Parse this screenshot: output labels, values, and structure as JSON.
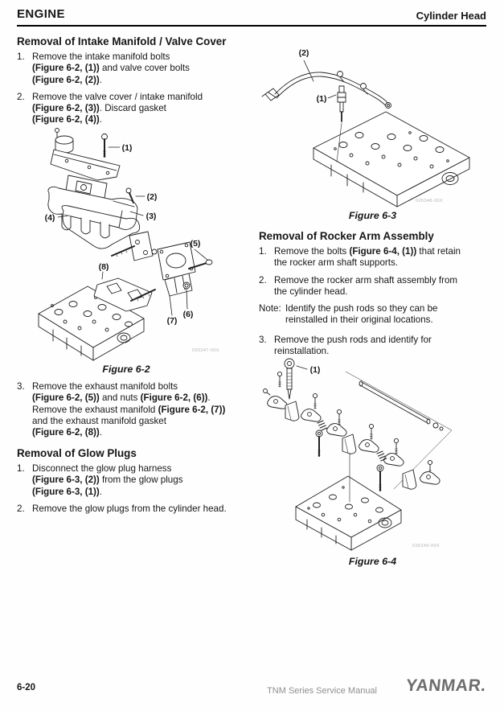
{
  "header": {
    "section": "ENGINE",
    "subsection": "Cylinder Head"
  },
  "sections": {
    "intake": {
      "title": "Removal of Intake Manifold / Valve Cover",
      "steps": [
        {
          "num": "1.",
          "segments": [
            {
              "t": "Remove the intake manifold bolts"
            },
            {
              "br": true
            },
            {
              "t": "(Figure 6-2, (1))",
              "b": true
            },
            {
              "t": " and valve cover bolts"
            },
            {
              "br": true
            },
            {
              "t": "(Figure 6-2, (2))",
              "b": true
            },
            {
              "t": "."
            }
          ]
        },
        {
          "num": "2.",
          "segments": [
            {
              "t": "Remove the valve cover / intake manifold"
            },
            {
              "br": true
            },
            {
              "t": "(Figure 6-2, (3))",
              "b": true
            },
            {
              "t": ". Discard gasket"
            },
            {
              "br": true
            },
            {
              "t": "(Figure 6-2, (4))",
              "b": true
            },
            {
              "t": "."
            }
          ]
        },
        {
          "num": "3.",
          "segments": [
            {
              "t": "Remove the exhaust manifold bolts"
            },
            {
              "br": true
            },
            {
              "t": "(Figure 6-2, (5))",
              "b": true
            },
            {
              "t": " and nuts "
            },
            {
              "t": "(Figure 6-2, (6))",
              "b": true
            },
            {
              "t": "."
            },
            {
              "br": true
            },
            {
              "t": "Remove the exhaust manifold "
            },
            {
              "t": "(Figure 6-2, (7))",
              "b": true
            },
            {
              "br": true
            },
            {
              "t": "and the exhaust manifold gasket"
            },
            {
              "br": true
            },
            {
              "t": "(Figure 6-2, (8))",
              "b": true
            },
            {
              "t": "."
            }
          ]
        }
      ]
    },
    "glow": {
      "title": "Removal of Glow Plugs",
      "steps": [
        {
          "num": "1.",
          "segments": [
            {
              "t": "Disconnect the glow plug harness"
            },
            {
              "br": true
            },
            {
              "t": "(Figure 6-3, (2))",
              "b": true
            },
            {
              "t": " from the glow plugs"
            },
            {
              "br": true
            },
            {
              "t": "(Figure 6-3, (1))",
              "b": true
            },
            {
              "t": "."
            }
          ]
        },
        {
          "num": "2.",
          "segments": [
            {
              "t": "Remove the glow plugs from the cylinder head."
            }
          ]
        }
      ]
    },
    "rocker": {
      "title": "Removal of Rocker Arm Assembly",
      "steps": [
        {
          "num": "1.",
          "segments": [
            {
              "t": "Remove the bolts "
            },
            {
              "t": "(Figure 6-4, (1))",
              "b": true
            },
            {
              "t": " that retain"
            },
            {
              "br": true
            },
            {
              "t": "the rocker arm shaft supports."
            }
          ]
        },
        {
          "num": "2.",
          "segments": [
            {
              "t": "Remove the rocker arm shaft assembly from"
            },
            {
              "br": true
            },
            {
              "t": "the cylinder head."
            }
          ]
        }
      ],
      "note": {
        "label": "Note:",
        "segments": [
          {
            "t": "Identify the push rods so they can be"
          },
          {
            "br": true
          },
          {
            "t": "reinstalled in their original locations."
          }
        ]
      },
      "step3": {
        "num": "3.",
        "segments": [
          {
            "t": "Remove the push rods and identify for"
          },
          {
            "br": true
          },
          {
            "t": "reinstallation."
          }
        ]
      }
    }
  },
  "figures": {
    "fig62": {
      "caption": "Figure 6-2",
      "code": "026347-00X",
      "callouts": [
        "(1)",
        "(2)",
        "(3)",
        "(4)",
        "(5)",
        "(6)",
        "(7)",
        "(8)"
      ]
    },
    "fig63": {
      "caption": "Figure 6-3",
      "code": "026348-00X",
      "callouts": [
        "(1)",
        "(2)"
      ]
    },
    "fig64": {
      "caption": "Figure 6-4",
      "code": "026349-00X",
      "callouts": [
        "(1)"
      ]
    }
  },
  "footer": {
    "page_number": "6-20",
    "manual_title": "TNM Series Service Manual",
    "brand": "YANMAR."
  }
}
